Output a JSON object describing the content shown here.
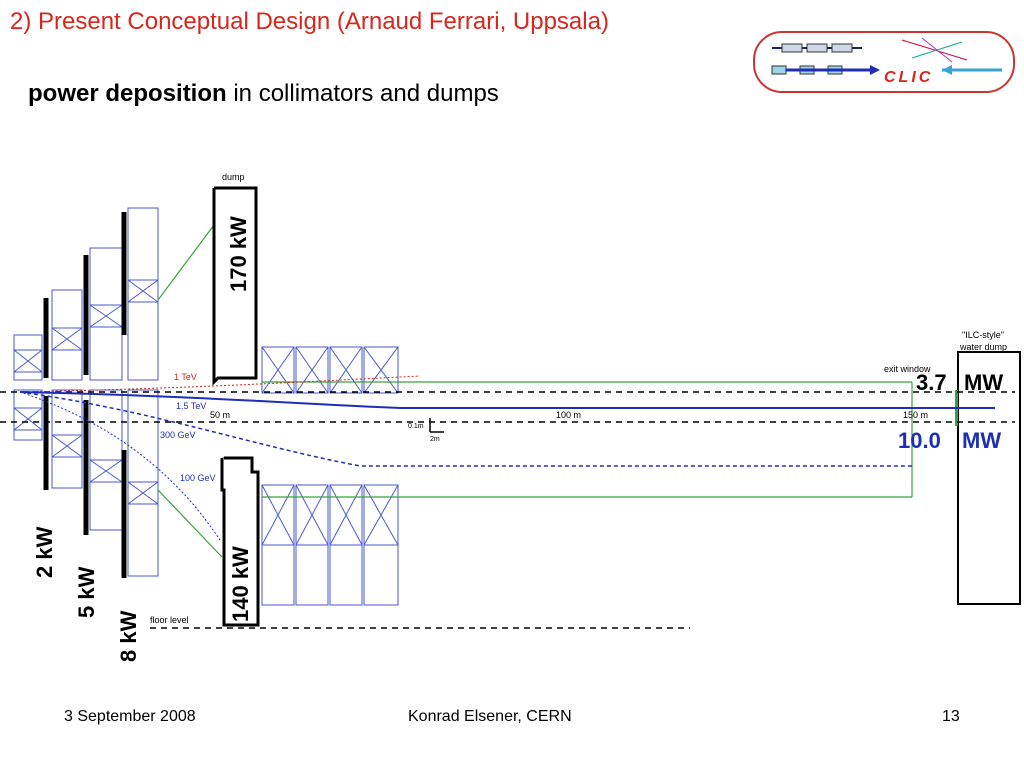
{
  "slide": {
    "title": "2) Present Conceptual Design (Arnaud Ferrari, Uppsala)",
    "subtitle_bold": "power deposition",
    "subtitle_rest": " in collimators and dumps"
  },
  "logo": {
    "text": "CLIC"
  },
  "diagram": {
    "labels": {
      "dump": "dump",
      "ilc_line1": "\"ILC-style\"",
      "ilc_line2": "water dump",
      "exit_window": "exit window",
      "floor_level": "floor level",
      "scale_v": "0.1m",
      "scale_h": "2m",
      "dist_50": "50 m",
      "dist_100": "100 m",
      "dist_150": "150 m",
      "beam_1tev": "1 TeV",
      "beam_15tev": "1.5 TeV",
      "beam_300gev": "300 GeV",
      "beam_100gev": "100 GeV"
    },
    "power": {
      "p170": "170 kW",
      "p140": "140 kW",
      "p2": "2 kW",
      "p5": "5 kW",
      "p8": "8 kW",
      "mw37_num": "3.7",
      "mw37_unit": "MW",
      "mw10_num": "10.0",
      "mw10_unit": "MW"
    },
    "colors": {
      "blue": "#1f2fb5",
      "green": "#3aa23a",
      "red": "#d9261c",
      "black": "#000000",
      "box": "#4a5ad0"
    }
  },
  "footer": {
    "date": "3 September 2008",
    "author": "Konrad Elsener, CERN",
    "page": "13"
  }
}
